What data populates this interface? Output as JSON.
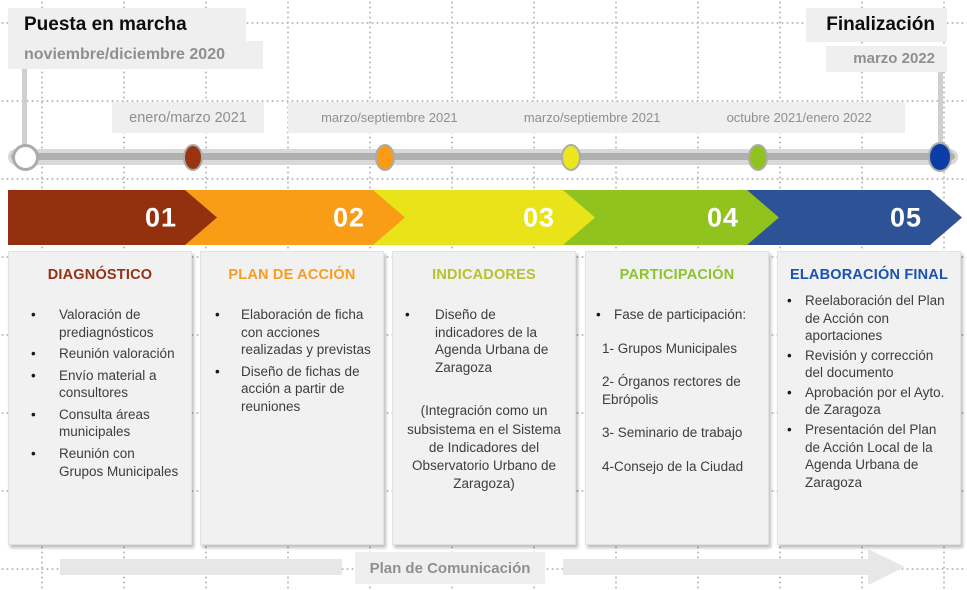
{
  "header": {
    "start": {
      "title": "Puesta en marcha",
      "date": "noviembre/diciembre 2020"
    },
    "end": {
      "title": "Finalización",
      "date": "marzo 2022"
    }
  },
  "timeline": {
    "dates": [
      "enero/marzo 2021",
      "marzo/septiembre 2021",
      "marzo/septiembre 2021",
      "octubre 2021/enero 2022"
    ],
    "dot_colors": [
      "#ffffff",
      "#9a330f",
      "#f99b16",
      "#ece61e",
      "#8fc31f",
      "#0c3da6"
    ]
  },
  "phases": [
    {
      "number": "01",
      "title": "DIAGNÓSTICO",
      "color": "#93310f",
      "header_color": "#943213",
      "items": [
        "Valoración de prediagnósticos",
        "Reunión valoración",
        "Envío material a consultores",
        "Consulta áreas municipales",
        "Reunión con Grupos Municipales"
      ]
    },
    {
      "number": "02",
      "title": "PLAN DE ACCIÓN",
      "color": "#fa9d16",
      "header_color": "#f99c1e",
      "items": [
        "Elaboración de ficha con acciones realizadas y previstas",
        "Diseño de fichas de acción a partir de reuniones"
      ]
    },
    {
      "number": "03",
      "title": "INDICADORES",
      "color": "#e9e41a",
      "header_color": "#b9c12c",
      "items": [
        "Diseño de indicadores de la Agenda Urbana de Zaragoza"
      ],
      "note": "(Integración como un subsistema en el Sistema de Indicadores del Observatorio Urbano de Zaragoza)"
    },
    {
      "number": "04",
      "title": "PARTICIPACIÓN",
      "color": "#90c31e",
      "header_color": "#8fc32a",
      "items": [
        "Fase de participación:"
      ],
      "numbered_items": [
        "1- Grupos Municipales",
        "2- Órganos rectores de Ebrópolis",
        "3- Seminario de trabajo",
        "4-Consejo de la Ciudad"
      ]
    },
    {
      "number": "05",
      "title": "ELABORACIÓN FINAL",
      "color": "#2d5295",
      "header_color": "#1a52b0",
      "items": [
        "Reelaboración del Plan de Acción con aportaciones",
        "Revisión y corrección del documento",
        "Aprobación por el Ayto. de Zaragoza",
        "Presentación del Plan de Acción Local de la Agenda Urbana de Zaragoza"
      ]
    }
  ],
  "footer": {
    "label": "Plan de Comunicación"
  },
  "colors": {
    "label_bg": "#efefef",
    "card_bg": "#f1f1f1",
    "track": "#d9d9d9",
    "track_inner": "#b0b0b0",
    "footer_arrow": "#e7e7e7",
    "gray_text": "#8f8f8f"
  }
}
